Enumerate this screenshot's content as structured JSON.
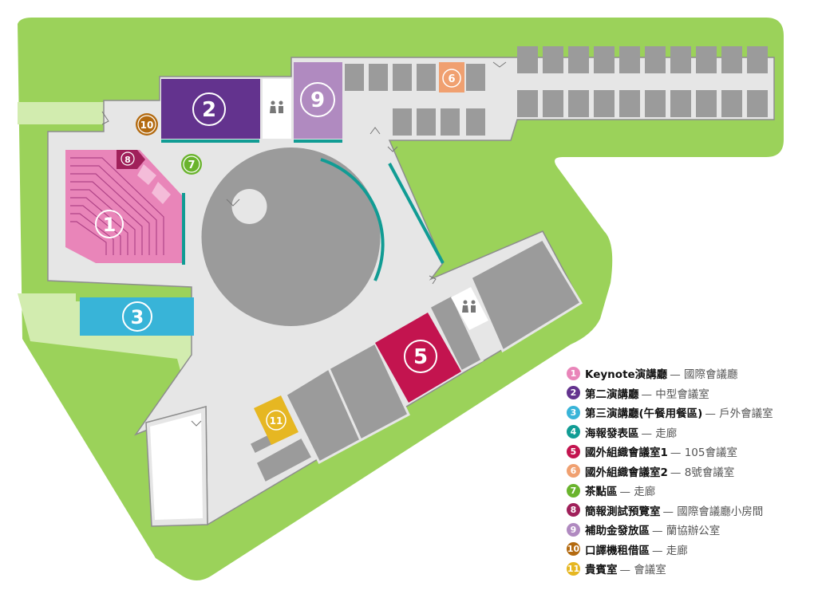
{
  "colors": {
    "lawn": "#9bd25a",
    "lawn_light": "#d2ecaf",
    "building": "#e6e6e6",
    "outline": "#8d8d8d",
    "room": "#9b9b9b",
    "poster": "#119c94"
  },
  "rooms": [
    {
      "num": "1",
      "color": "#e985b9"
    },
    {
      "num": "2",
      "color": "#63338e"
    },
    {
      "num": "3",
      "color": "#38b4d8"
    },
    {
      "num": "4",
      "color": "#119c94"
    },
    {
      "num": "5",
      "color": "#c3144f"
    },
    {
      "num": "6",
      "color": "#f0a070"
    },
    {
      "num": "7",
      "color": "#6ab42d"
    },
    {
      "num": "8",
      "color": "#a0205a"
    },
    {
      "num": "9",
      "color": "#b08ac0"
    },
    {
      "num": "10",
      "color": "#b36a10"
    },
    {
      "num": "11",
      "color": "#e6b722"
    }
  ],
  "restroom_icon": "restroom-icon",
  "door_icon": "door-icon",
  "legend": [
    {
      "num": "1",
      "color": "#e985b9",
      "name": "Keynote演講廳",
      "desc": "— 國際會議廳"
    },
    {
      "num": "2",
      "color": "#63338e",
      "name": "第二演講廳",
      "desc": "— 中型會議室"
    },
    {
      "num": "3",
      "color": "#38b4d8",
      "name": "第三演講廳(午餐用餐區)",
      "desc": "— 戶外會議室"
    },
    {
      "num": "4",
      "color": "#119c94",
      "name": "海報發表區",
      "desc": "— 走廊"
    },
    {
      "num": "5",
      "color": "#c3144f",
      "name": "國外組織會議室1",
      "desc": "— 105會議室"
    },
    {
      "num": "6",
      "color": "#f0a070",
      "name": "國外組織會議室2",
      "desc": "— 8號會議室"
    },
    {
      "num": "7",
      "color": "#6ab42d",
      "name": "茶點區",
      "desc": "— 走廊"
    },
    {
      "num": "8",
      "color": "#a0205a",
      "name": "簡報測試預覽室",
      "desc": "— 國際會議廳小房間"
    },
    {
      "num": "9",
      "color": "#b08ac0",
      "name": "補助金發放區",
      "desc": "— 蘭協辦公室"
    },
    {
      "num": "10",
      "color": "#b36a10",
      "name": "口譯機租借區",
      "desc": "— 走廊"
    },
    {
      "num": "11",
      "color": "#e6b722",
      "name": "貴賓室",
      "desc": "— 會議室"
    }
  ]
}
